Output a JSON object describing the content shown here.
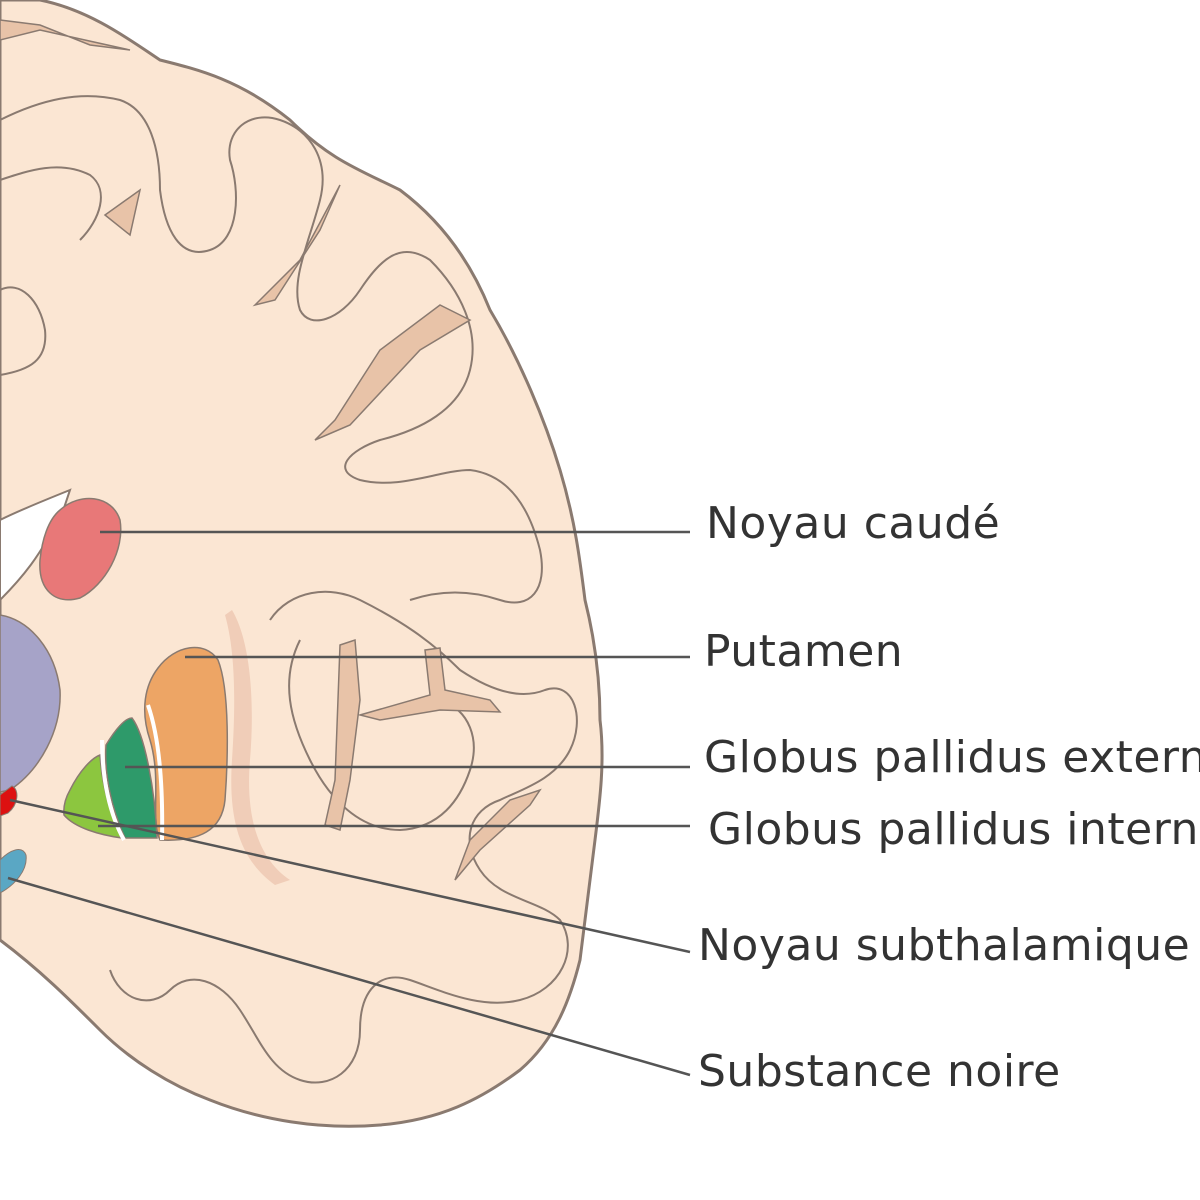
{
  "diagram": {
    "labels": {
      "caudate": "Noyau caudé",
      "putamen": "Putamen",
      "gpe": "Globus pallidus externe",
      "gpi": "Globus pallidus interne",
      "stn": "Noyau subthalamique",
      "sn": "Substance noire"
    },
    "colors": {
      "background": "#ffffff",
      "tissue": "#fbe6d3",
      "outline": "#8a7a70",
      "sulcus": "#e8c3a8",
      "leader_line": "#555555",
      "caudate": "#e87878",
      "putamen": "#eda565",
      "gpe": "#2e9a6a",
      "gpi": "#8cc63f",
      "thalamus": "#a6a3c8",
      "stn": "#dd1111",
      "sn": "#5aa7c4",
      "ventricle": "#ffffff",
      "insula_shade": "#f0cdb8"
    }
  }
}
